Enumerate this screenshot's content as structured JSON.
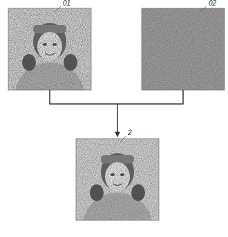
{
  "diagram": {
    "labels": [
      "01",
      "02",
      "2"
    ]
  }
}
